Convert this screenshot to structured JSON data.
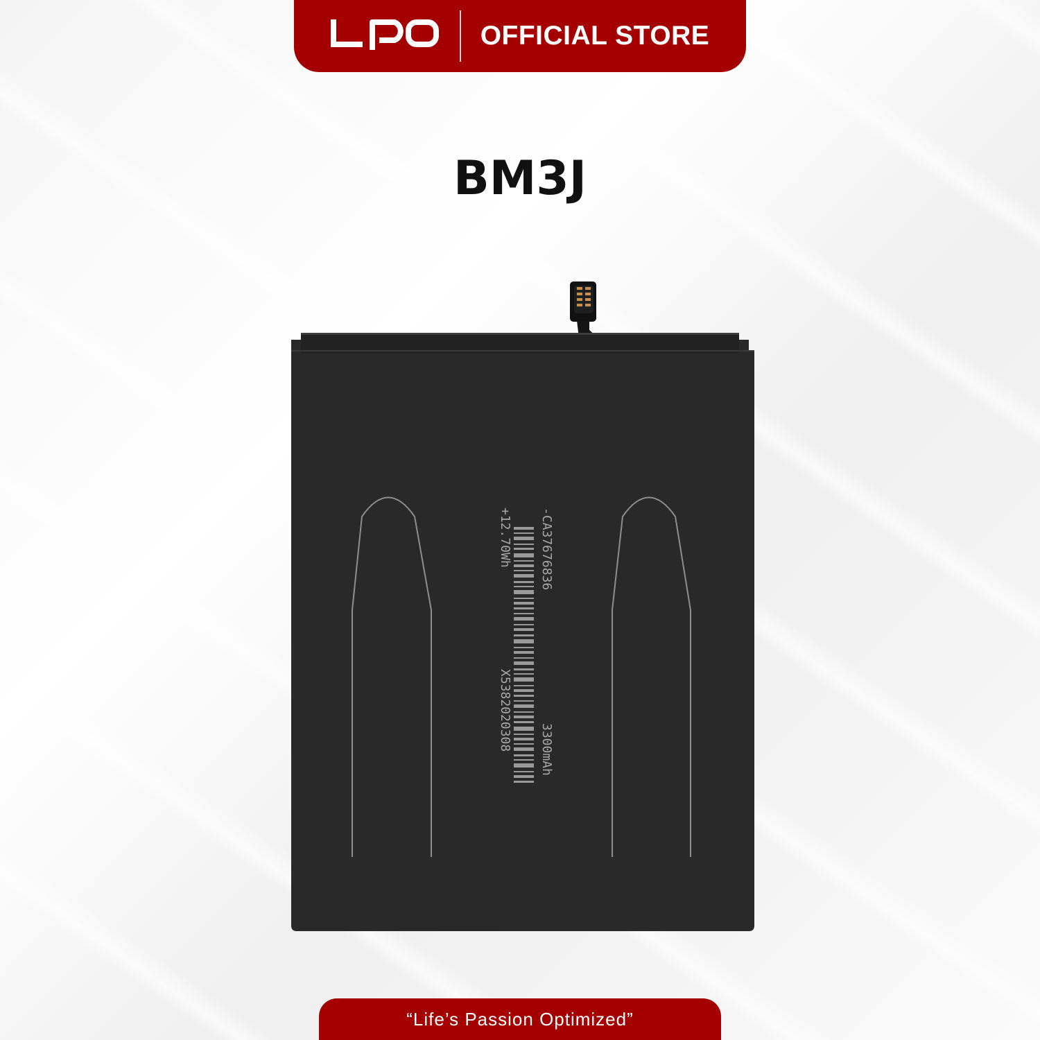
{
  "header": {
    "logo_text": "LPO",
    "store_label": "OFFICIAL STORE"
  },
  "product": {
    "model": "BM3J",
    "label_lines": [
      "-CA37676836",
      "+12.70Wh",
      "X5382020308",
      "3300mAh"
    ]
  },
  "footer": {
    "tagline": "“Life’s Passion Optimized”"
  },
  "colors": {
    "brand_red": "#a50000",
    "battery_black": "#2a2a2a",
    "background": "#f4f4f4"
  }
}
